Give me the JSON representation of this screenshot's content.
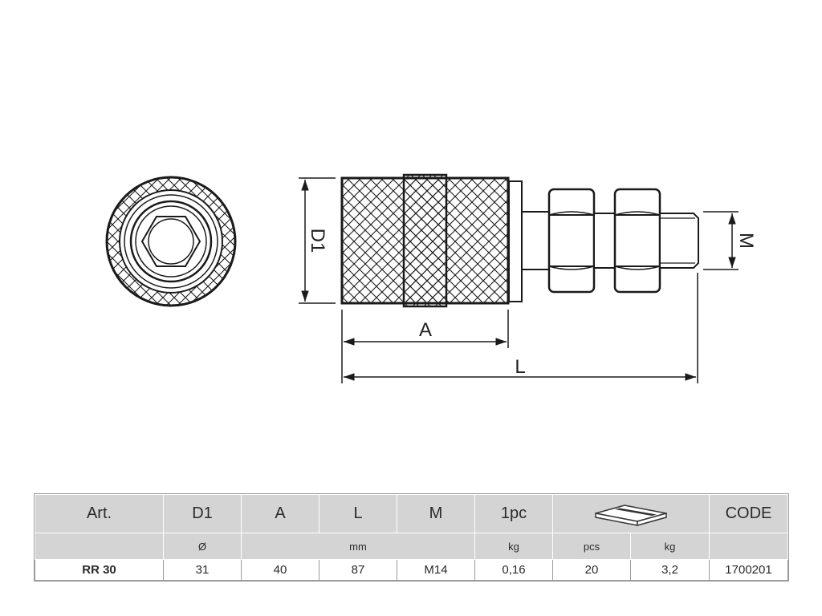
{
  "drawing": {
    "labels": {
      "d1": "D1",
      "a": "A",
      "l": "L",
      "m": "M"
    }
  },
  "table": {
    "header": {
      "art": "Art.",
      "d1": "D1",
      "a": "A",
      "l": "L",
      "m": "M",
      "weight": "1pc",
      "package_icon": "package-box-icon",
      "code": "CODE"
    },
    "units": {
      "d1": "Ø",
      "dims": "mm",
      "weight": "kg",
      "pack_qty": "pcs",
      "pack_weight": "kg"
    },
    "rows": [
      {
        "art": "RR 30",
        "d1": "31",
        "a": "40",
        "l": "87",
        "m": "M14",
        "weight": "0,16",
        "pack_qty": "20",
        "pack_weight": "3,2",
        "code": "1700201"
      }
    ]
  },
  "colors": {
    "line": "#1a1a1a",
    "header_bg": "#d4d4d4",
    "border": "#9a9a9a"
  }
}
